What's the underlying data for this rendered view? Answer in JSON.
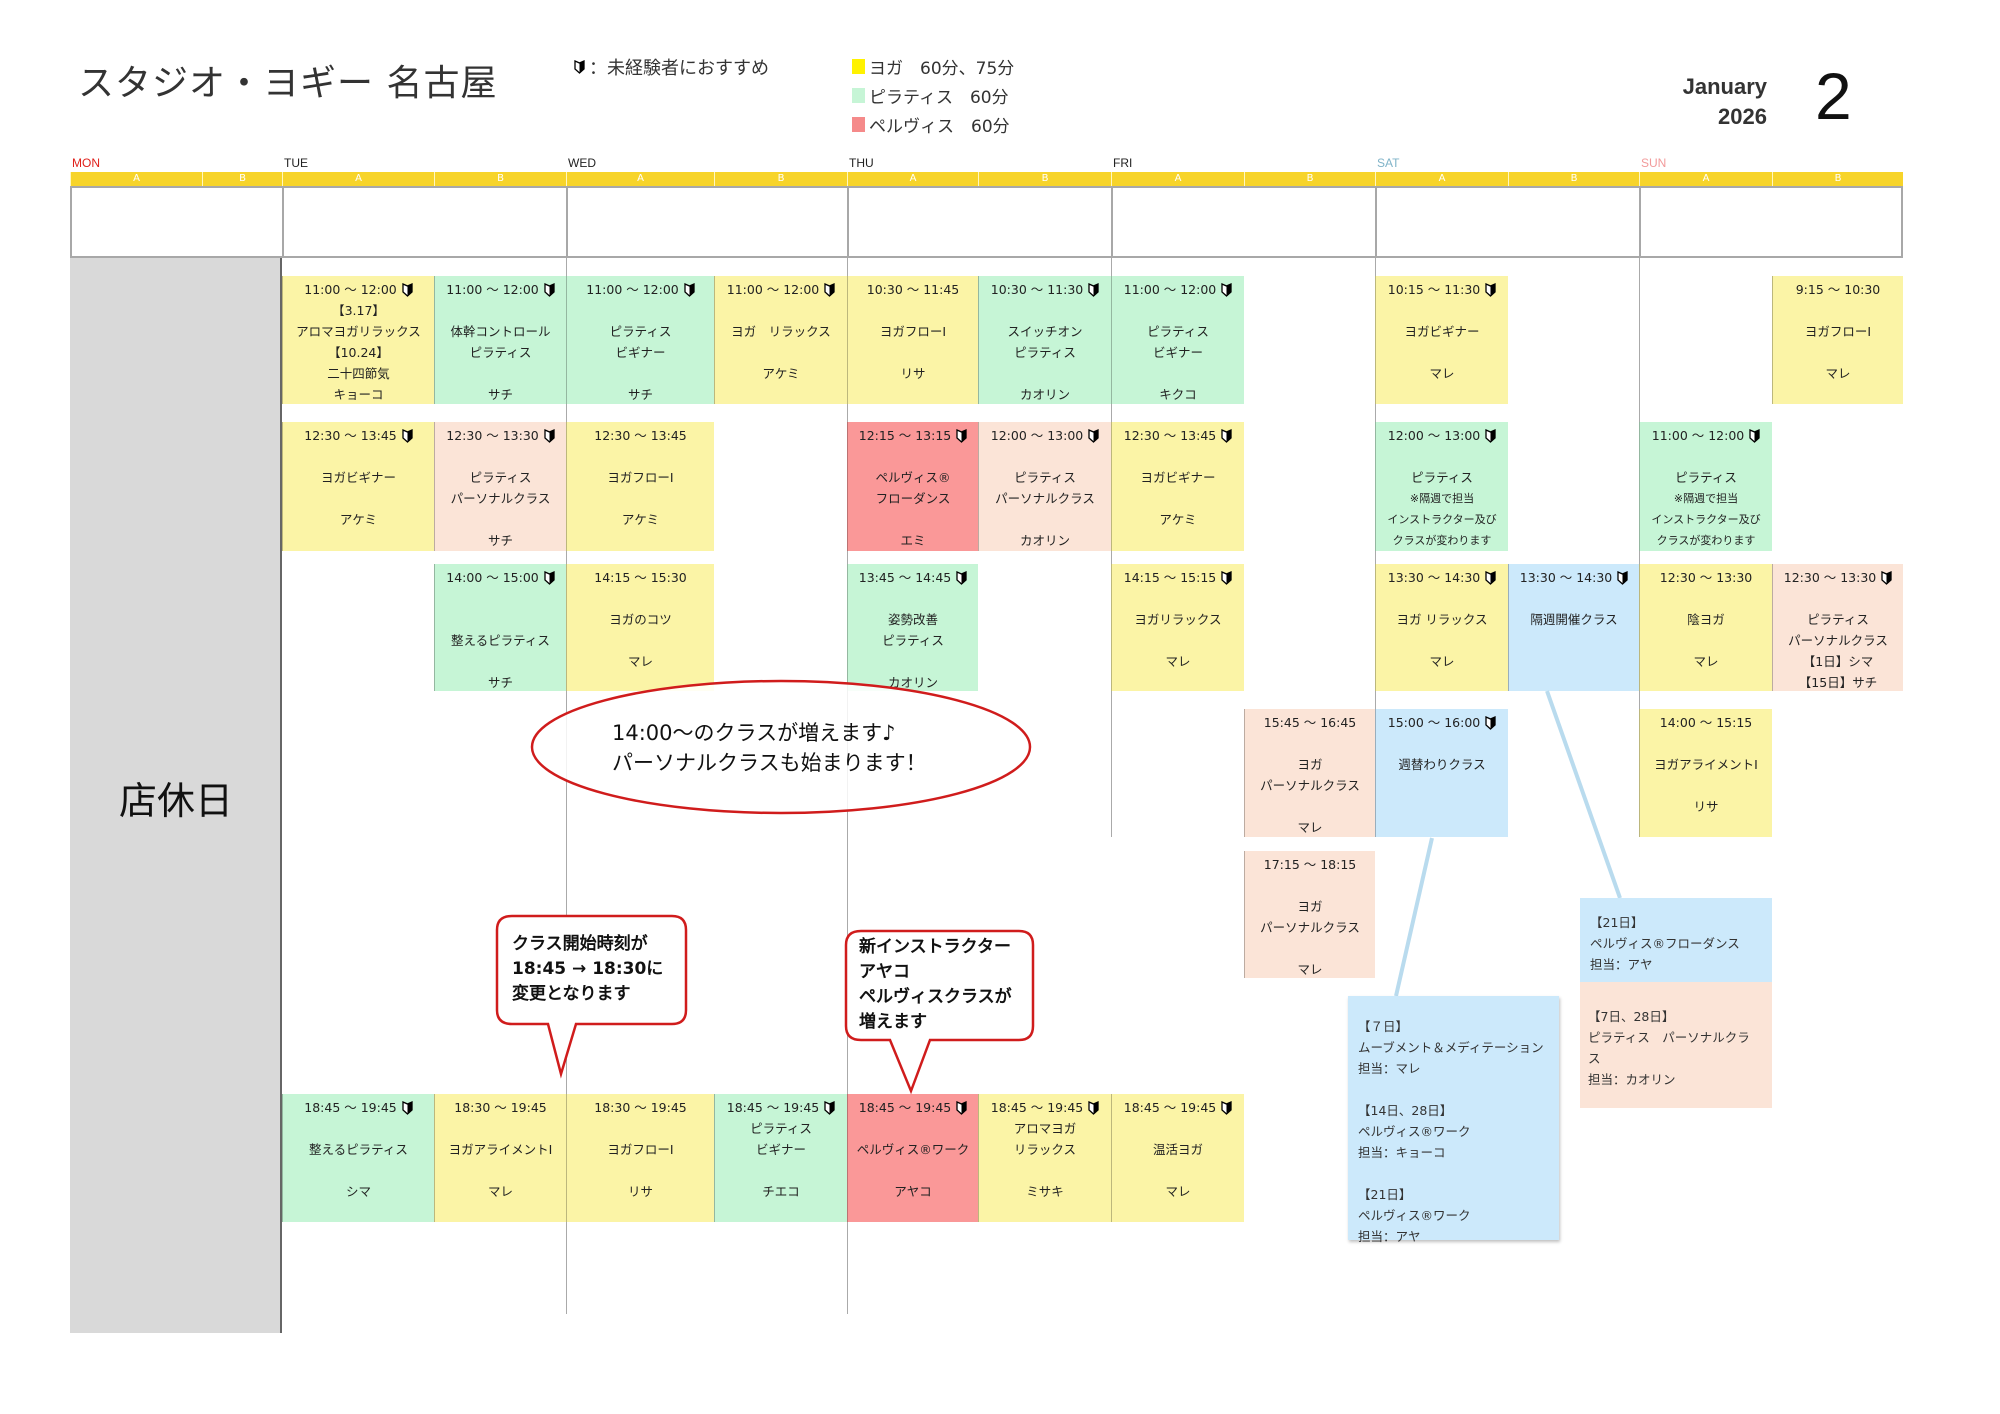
{
  "header": {
    "title": "スタジオ・ヨギー 名古屋",
    "beginner_legend": "：未経験者におすすめ",
    "legend": [
      {
        "label": "ヨガ　60分、75分",
        "color": "#fff200"
      },
      {
        "label": "ピラティス　60分",
        "color": "#c6f5d6"
      },
      {
        "label": "ペルヴィス　60分",
        "color": "#f58a8a"
      }
    ],
    "month": "January",
    "year": "2026",
    "day": "2"
  },
  "colors": {
    "yoga": "#fbf4a6",
    "pilates": "#c6f5d6",
    "personal": "#fbe4d7",
    "pelvis": "#fa9898",
    "rotating": "#cce9fb",
    "slot_bar": "#f7d42a",
    "closed": "#d9d9d9"
  },
  "days": [
    {
      "name": "MON",
      "color": "#e0201b"
    },
    {
      "name": "TUE",
      "color": "#222222"
    },
    {
      "name": "WED",
      "color": "#222222"
    },
    {
      "name": "THU",
      "color": "#222222"
    },
    {
      "name": "FRI",
      "color": "#222222"
    },
    {
      "name": "SAT",
      "color": "#7fb3c8"
    },
    {
      "name": "SUN",
      "color": "#f29a9a"
    }
  ],
  "slots": [
    "A",
    "B"
  ],
  "closed_label": "店休日",
  "cells": [
    {
      "day": "TUE",
      "slot": "A",
      "type": "yoga",
      "beginner": true,
      "time": "11:00 ～ 12:00",
      "lines": [
        "【3.17】",
        "アロマヨガリラックス",
        "【10.24】",
        "二十四節気",
        "キョーコ"
      ]
    },
    {
      "day": "TUE",
      "slot": "B",
      "type": "pilates",
      "beginner": true,
      "time": "11:00 ～ 12:00",
      "lines": [
        "",
        "体幹コントロール",
        "ピラティス",
        "",
        "サチ"
      ]
    },
    {
      "day": "WED",
      "slot": "A",
      "type": "pilates",
      "beginner": true,
      "time": "11:00 ～ 12:00",
      "lines": [
        "",
        "ピラティス",
        "ビギナー",
        "",
        "サチ"
      ]
    },
    {
      "day": "WED",
      "slot": "B",
      "type": "yoga",
      "beginner": true,
      "time": "11:00 ～ 12:00",
      "lines": [
        "",
        "ヨガ　リラックス",
        "",
        "アケミ"
      ]
    },
    {
      "day": "THU",
      "slot": "A",
      "type": "yoga",
      "beginner": false,
      "time": "10:30 ～ 11:45",
      "lines": [
        "",
        "ヨガフローⅠ",
        "",
        "リサ"
      ]
    },
    {
      "day": "THU",
      "slot": "B",
      "type": "pilates",
      "beginner": true,
      "time": "10:30 ～ 11:30",
      "lines": [
        "",
        "スイッチオン",
        "ピラティス",
        "",
        "カオリン"
      ]
    },
    {
      "day": "FRI",
      "slot": "A",
      "type": "pilates",
      "beginner": true,
      "time": "11:00 ～ 12:00",
      "lines": [
        "",
        "ピラティス",
        "ビギナー",
        "",
        "キクコ"
      ]
    },
    {
      "day": "SAT",
      "slot": "A",
      "type": "yoga",
      "beginner": true,
      "time": "10:15 ～ 11:30",
      "lines": [
        "",
        "ヨガビギナー",
        "",
        "マレ"
      ]
    },
    {
      "day": "SUN",
      "slot": "B",
      "type": "yoga",
      "beginner": false,
      "time": "9:15 ～ 10:30",
      "lines": [
        "",
        "ヨガフローⅠ",
        "",
        "マレ"
      ]
    },
    {
      "day": "TUE",
      "slot": "A",
      "type": "yoga",
      "beginner": true,
      "time": "12:30 ～ 13:45",
      "lines": [
        "",
        "ヨガビギナー",
        "",
        "アケミ"
      ]
    },
    {
      "day": "TUE",
      "slot": "B",
      "type": "personal",
      "beginner": true,
      "time": "12:30 ～ 13:30",
      "lines": [
        "",
        "ピラティス",
        "パーソナルクラス",
        "",
        "サチ"
      ]
    },
    {
      "day": "WED",
      "slot": "A",
      "type": "yoga",
      "beginner": false,
      "time": "12:30 ～ 13:45",
      "lines": [
        "",
        "ヨガフローⅠ",
        "",
        "アケミ"
      ]
    },
    {
      "day": "THU",
      "slot": "A",
      "type": "pelvis",
      "beginner": true,
      "time": "12:15 ～ 13:15",
      "lines": [
        "",
        "ペルヴィス®",
        "フローダンス",
        "",
        "エミ"
      ]
    },
    {
      "day": "THU",
      "slot": "B",
      "type": "personal",
      "beginner": true,
      "time": "12:00 ～ 13:00",
      "lines": [
        "",
        "ピラティス",
        "パーソナルクラス",
        "",
        "カオリン"
      ]
    },
    {
      "day": "FRI",
      "slot": "A",
      "type": "yoga",
      "beginner": true,
      "time": "12:30 ～ 13:45",
      "lines": [
        "",
        "ヨガビギナー",
        "",
        "アケミ"
      ]
    },
    {
      "day": "SAT",
      "slot": "A",
      "type": "pilates",
      "beginner": true,
      "time": "12:00 ～ 13:00",
      "lines": [
        "",
        "ピラティス",
        "※隔週で担当",
        "インストラクター及び",
        "クラスが変わります"
      ]
    },
    {
      "day": "SUN",
      "slot": "A",
      "type": "pilates",
      "beginner": true,
      "time": "11:00 ～ 12:00",
      "lines": [
        "",
        "ピラティス",
        "※隔週で担当",
        "インストラクター及び",
        "クラスが変わります"
      ]
    },
    {
      "day": "TUE",
      "slot": "B",
      "type": "pilates",
      "beginner": true,
      "time": "14:00 ～ 15:00",
      "lines": [
        "",
        "",
        "整えるピラティス",
        "",
        "サチ"
      ]
    },
    {
      "day": "WED",
      "slot": "A",
      "type": "yoga",
      "beginner": false,
      "time": "14:15 ～ 15:30",
      "lines": [
        "",
        "ヨガのコツ",
        "",
        "マレ"
      ]
    },
    {
      "day": "THU",
      "slot": "A",
      "type": "pilates",
      "beginner": true,
      "time": "13:45 ～ 14:45",
      "lines": [
        "",
        "姿勢改善",
        "ピラティス",
        "",
        "カオリン"
      ]
    },
    {
      "day": "FRI",
      "slot": "A",
      "type": "yoga",
      "beginner": true,
      "time": "14:15 ～ 15:15",
      "lines": [
        "",
        "ヨガリラックス",
        "",
        "マレ"
      ]
    },
    {
      "day": "SAT",
      "slot": "A",
      "type": "yoga",
      "beginner": true,
      "time": "13:30 ～ 14:30",
      "lines": [
        "",
        "ヨガ リラックス",
        "",
        "マレ"
      ]
    },
    {
      "day": "SAT",
      "slot": "B",
      "type": "rotating",
      "beginner": true,
      "time": "13:30 ～ 14:30",
      "lines": [
        "",
        "隔週開催クラス"
      ]
    },
    {
      "day": "SUN",
      "slot": "A",
      "type": "yoga",
      "beginner": false,
      "time": "12:30 ～ 13:30",
      "lines": [
        "",
        "陰ヨガ",
        "",
        "マレ"
      ]
    },
    {
      "day": "SUN",
      "slot": "B",
      "type": "personal",
      "beginner": true,
      "time": "12:30 ～ 13:30",
      "lines": [
        "",
        "ピラティス",
        "パーソナルクラス",
        "【1日】シマ",
        "【15日】サチ"
      ]
    },
    {
      "day": "FRI",
      "slot": "B",
      "type": "personal",
      "beginner": false,
      "time": "15:45 ～ 16:45",
      "lines": [
        "",
        "ヨガ",
        "パーソナルクラス",
        "",
        "マレ"
      ]
    },
    {
      "day": "SAT",
      "slot": "A",
      "type": "rotating",
      "beginner": true,
      "time": "15:00 ～ 16:00",
      "lines": [
        "",
        "週替わりクラス"
      ]
    },
    {
      "day": "SUN",
      "slot": "A",
      "type": "yoga",
      "beginner": false,
      "time": "14:00 ～ 15:15",
      "lines": [
        "",
        "ヨガアライメントⅠ",
        "",
        "リサ"
      ]
    },
    {
      "day": "FRI",
      "slot": "B",
      "type": "personal",
      "beginner": false,
      "time": "17:15 ～ 18:15",
      "lines": [
        "",
        "ヨガ",
        "パーソナルクラス",
        "",
        "マレ"
      ]
    },
    {
      "day": "TUE",
      "slot": "A",
      "type": "pilates",
      "beginner": true,
      "time": "18:45 ～ 19:45",
      "lines": [
        "",
        "整えるピラティス",
        "",
        "シマ"
      ]
    },
    {
      "day": "TUE",
      "slot": "B",
      "type": "yoga",
      "beginner": false,
      "time": "18:30 ～ 19:45",
      "lines": [
        "",
        "ヨガアライメントⅠ",
        "",
        "マレ"
      ]
    },
    {
      "day": "WED",
      "slot": "A",
      "type": "yoga",
      "beginner": false,
      "time": "18:30 ～ 19:45",
      "lines": [
        "",
        "ヨガフローⅠ",
        "",
        "リサ"
      ]
    },
    {
      "day": "WED",
      "slot": "B",
      "type": "pilates",
      "beginner": true,
      "time": "18:45 ～ 19:45",
      "lines": [
        "ピラティス",
        "ビギナー",
        "",
        "チエコ"
      ]
    },
    {
      "day": "THU",
      "slot": "A",
      "type": "pelvis",
      "beginner": true,
      "time": "18:45 ～ 19:45",
      "lines": [
        "",
        "ペルヴィス®ワーク",
        "",
        "アヤコ"
      ]
    },
    {
      "day": "THU",
      "slot": "B",
      "type": "yoga",
      "beginner": true,
      "time": "18:45 ～ 19:45",
      "lines": [
        "アロマヨガ",
        "リラックス",
        "",
        "ミサキ"
      ]
    },
    {
      "day": "FRI",
      "slot": "A",
      "type": "yoga",
      "beginner": true,
      "time": "18:45 ～ 19:45",
      "lines": [
        "",
        "温活ヨガ",
        "",
        "マレ"
      ]
    }
  ],
  "notes": {
    "ellipse": [
      "14:00～のクラスが増えます♪",
      "パーソナルクラスも始まります！"
    ],
    "callout_time_change": [
      "クラス開始時刻が",
      "18:45 → 18:30に",
      "変更となります"
    ],
    "callout_new_instructor": [
      "新インストラクター",
      "アヤコ",
      "ペルヴィスクラスが",
      "増えます"
    ],
    "sat_popup": [
      "【７日】",
      "ムーブメント＆メディテーション",
      "担当：マレ",
      "",
      "【14日、28日】",
      "ペルヴィス®ワーク",
      "担当：キョーコ",
      "",
      "【21日】",
      "ペルヴィス®ワーク",
      "担当：アヤ"
    ],
    "sun_popup_blue": [
      "【21日】",
      "ペルヴィス®フローダンス",
      "担当：アヤ"
    ],
    "sun_popup_peach": [
      "【7日、28日】",
      "ピラティス　パーソナルクラ",
      "ス",
      "担当：カオリン"
    ]
  }
}
